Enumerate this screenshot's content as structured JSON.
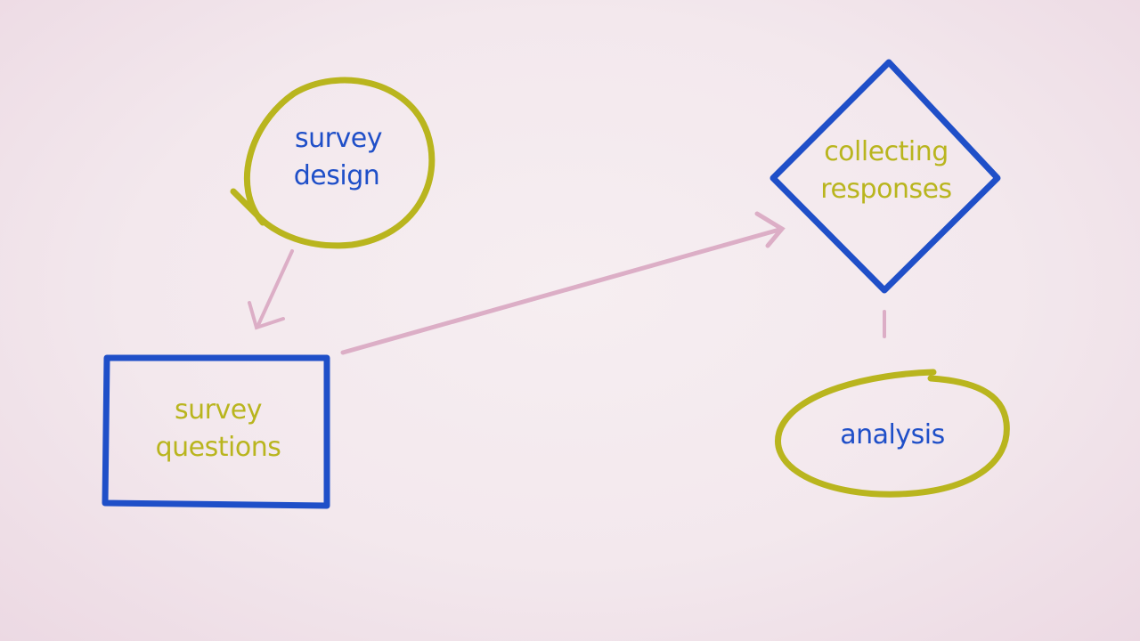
{
  "colors": {
    "blue": "#1f4fc8",
    "olive": "#b9b51e",
    "pink": "#dcaec6"
  },
  "nodes": {
    "survey_design": {
      "line1": "survey",
      "line2": "design"
    },
    "survey_questions": {
      "line1": "survey",
      "line2": "questions"
    },
    "collecting_responses": {
      "line1": "collecting",
      "line2": "responses"
    },
    "analysis": {
      "line1": "analysis"
    }
  }
}
